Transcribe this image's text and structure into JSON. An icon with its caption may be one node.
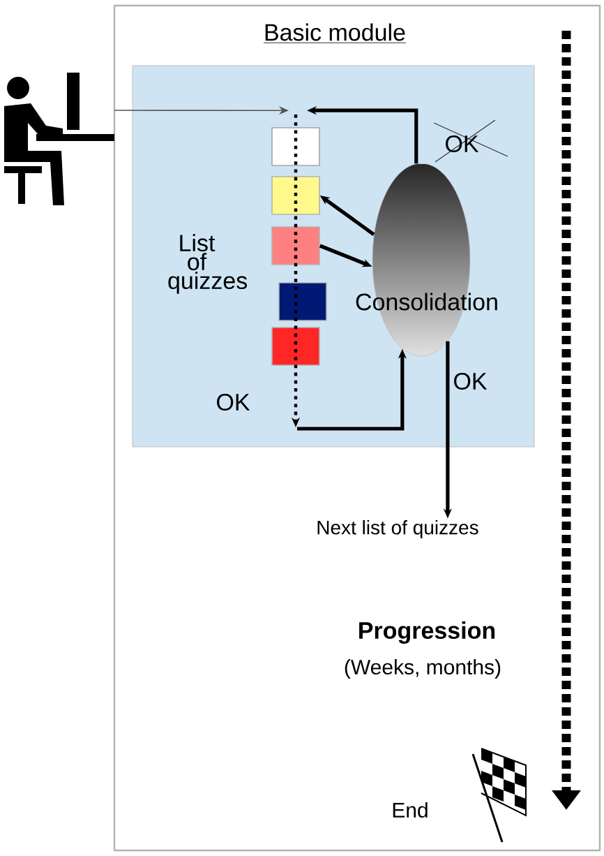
{
  "diagram": {
    "nodes": [
      {
        "text": [
          "Basic module"
        ]
      },
      {
        "text": [],
        "shape": "box",
        "in": 0
      },
      {
        "text": [],
        "shape": "person"
      },
      {
        "text": [],
        "shape": "box",
        "in": 1
      },
      {
        "text": [],
        "shape": "box",
        "in": 1
      },
      {
        "text": [],
        "shape": "box",
        "in": 1
      },
      {
        "text": [],
        "shape": "box",
        "in": 1
      },
      {
        "text": [],
        "shape": "box",
        "in": 1
      },
      {
        "text": [
          "Consolidation"
        ],
        "in": 1
      },
      {
        "text": [
          "Next list of quizzes"
        ],
        "in": 0
      }
    ],
    "edges": [
      {
        "from": 2,
        "to": 3,
        "arrow": "to",
        "color": "#555555"
      },
      {
        "from": 8,
        "to": 3,
        "arrow": "to"
      },
      {
        "from": 8,
        "to": 4,
        "arrow": "to"
      },
      {
        "from": 5,
        "to": 8,
        "arrow": "to"
      },
      {
        "from": null,
        "to": 8,
        "arrow": "to"
      },
      {
        "from": 8,
        "to": 9,
        "arrow": "to"
      }
    ],
    "labels": [
      "OK",
      "List of quizzes",
      "OK",
      "OK",
      "Progression",
      "(Weeks, months)",
      "End"
    ]
  }
}
